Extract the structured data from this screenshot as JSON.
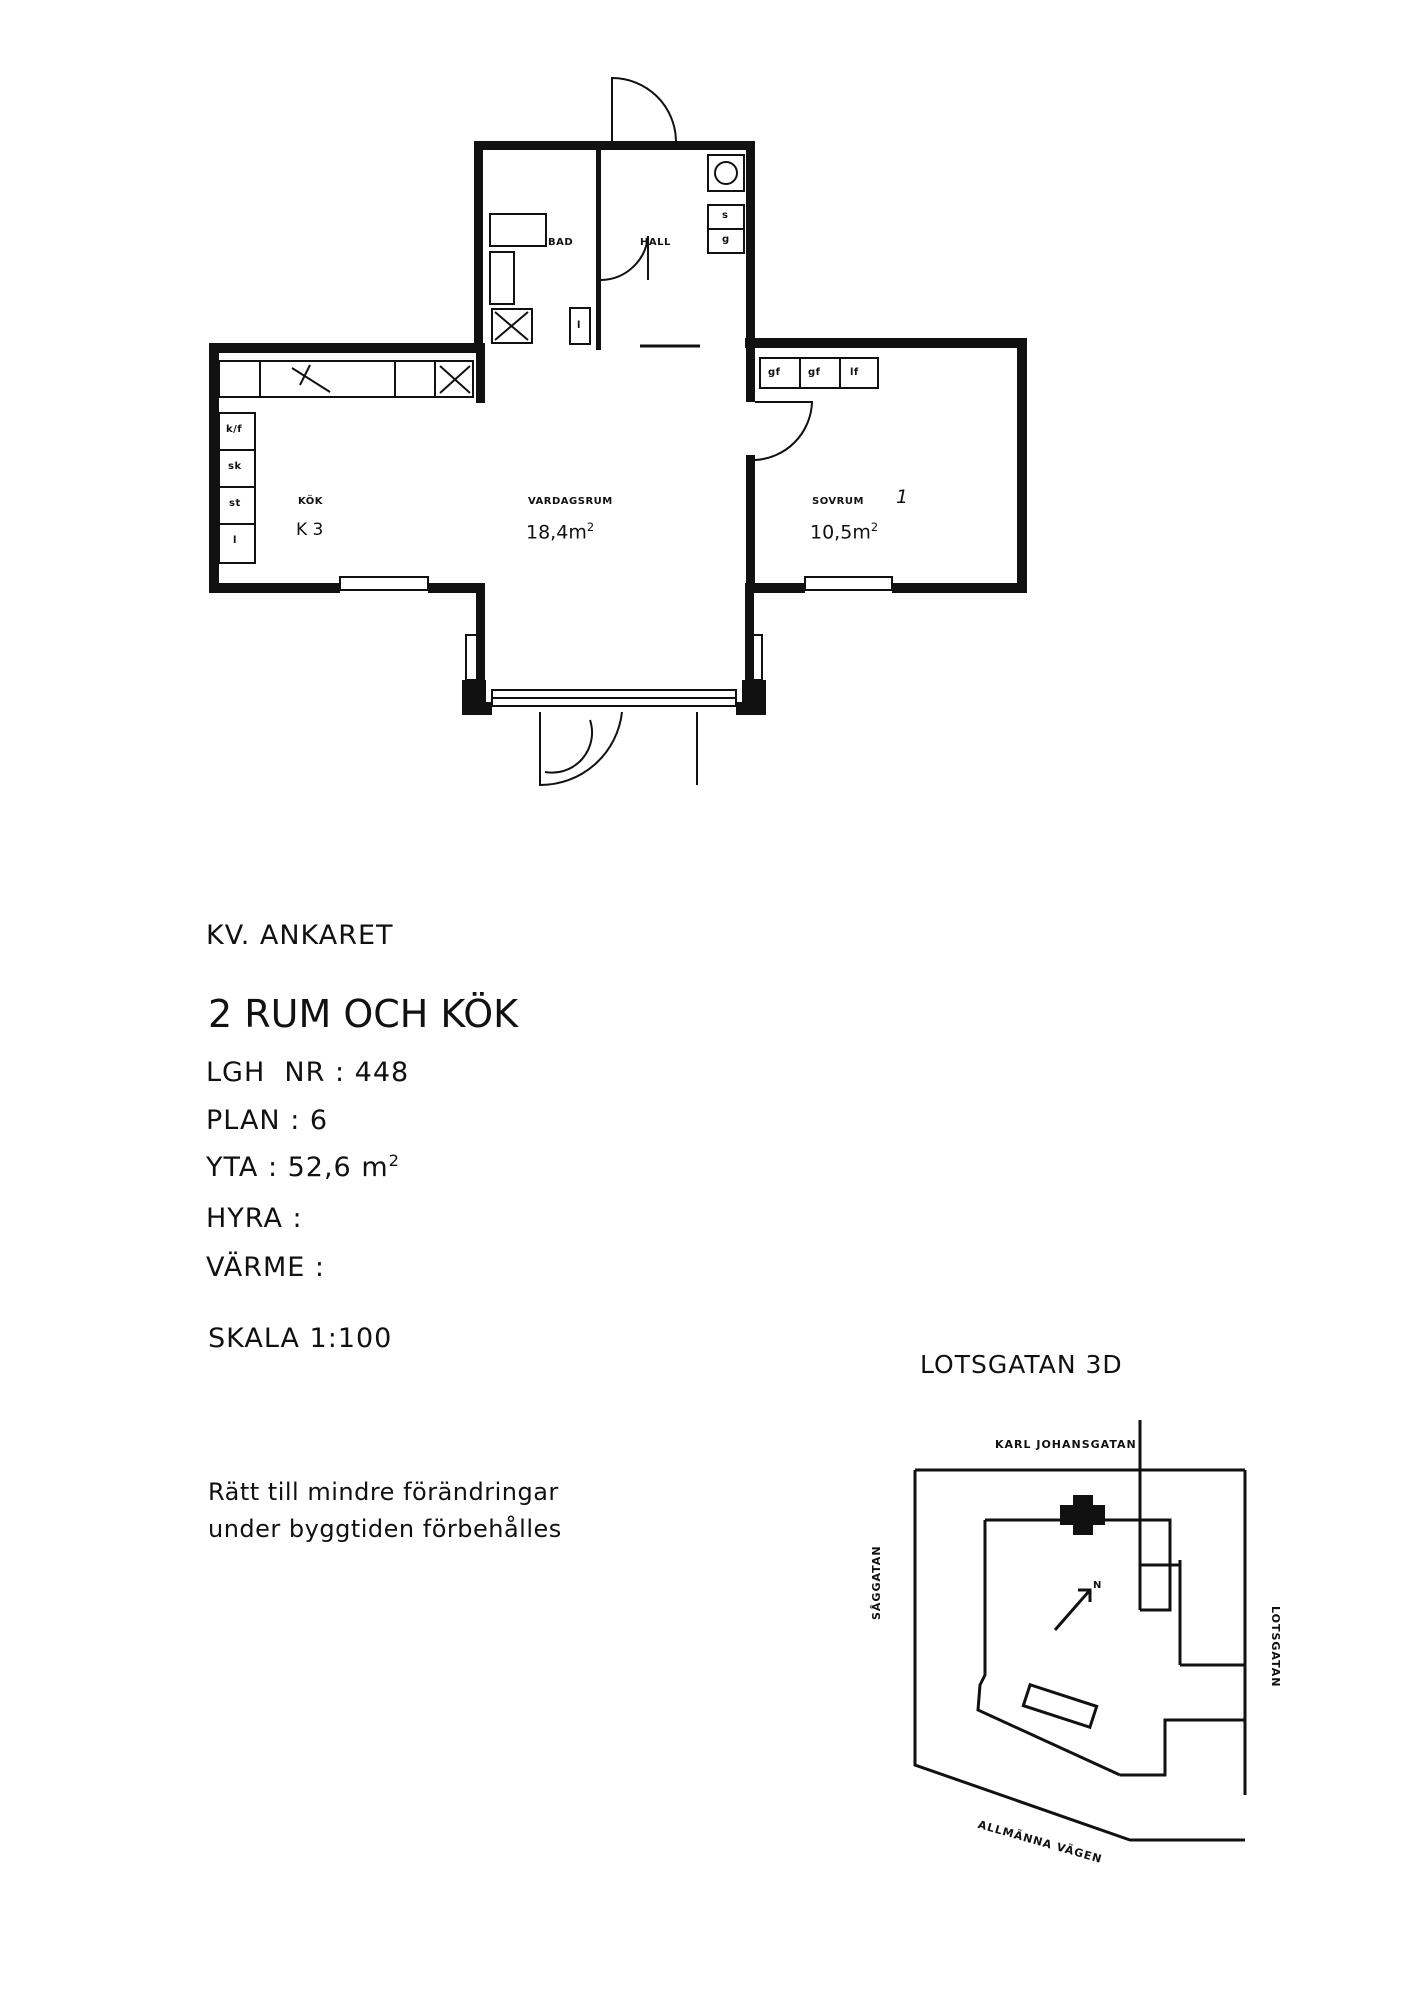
{
  "floorplan": {
    "rooms": {
      "bad": "BAD",
      "hall": "HALL",
      "kok": "KÖK",
      "kok_code": "K 3",
      "vardagsrum": "VARDAGSRUM",
      "vardagsrum_area": "18,4",
      "sovrum": "SOVRUM",
      "sovrum_number": "1",
      "sovrum_area": "10,5"
    },
    "area_unit": "m",
    "area_exp": "2",
    "fixtures": {
      "kitchen_kf": "k/f",
      "kitchen_sk": "sk",
      "kitchen_st": "st",
      "kitchen_l": "l",
      "hall_s": "s",
      "hall_g": "g",
      "bedroom_gf1": "gf",
      "bedroom_gf2": "gf",
      "bedroom_lf": "lf",
      "bath_l": "l"
    }
  },
  "info": {
    "kv": "KV. ANKARET",
    "type": "2 RUM OCH KÖK",
    "lgh": "LGH  NR : 448",
    "plan": "PLAN : 6",
    "yta": "YTA : 52,6 m",
    "yta_exp": "2",
    "hyra": "HYRA :",
    "varme": "VÄRME :",
    "skala": "SKALA  1:100",
    "disclaimer_line1": "Rätt till mindre förändringar",
    "disclaimer_line2": "under byggtiden förbehålles"
  },
  "site_plan": {
    "address": "LOTSGATAN 3D",
    "street_north": "KARL JOHANSGATAN",
    "street_west": "SÅGGATAN",
    "street_east": "LOTSGATAN",
    "street_south": "ALLMÄNNA VÄGEN",
    "north_marker": "N"
  }
}
